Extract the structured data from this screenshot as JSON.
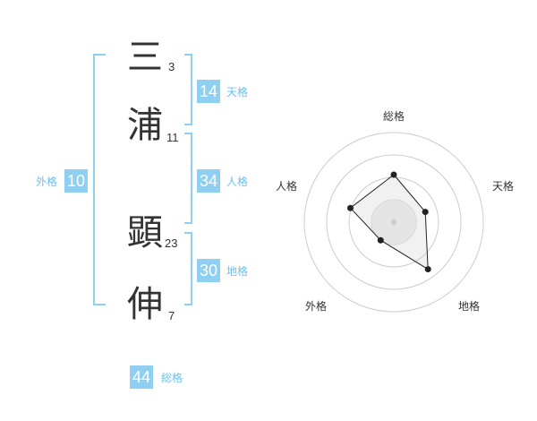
{
  "name": {
    "characters": [
      {
        "char": "三",
        "strokes": "3"
      },
      {
        "char": "浦",
        "strokes": "11"
      },
      {
        "char": "顕",
        "strokes": "23"
      },
      {
        "char": "伸",
        "strokes": "7"
      }
    ]
  },
  "fortunes": {
    "tenkaku": {
      "value": "14",
      "label": "天格"
    },
    "jinkaku": {
      "value": "34",
      "label": "人格"
    },
    "chikaku": {
      "value": "30",
      "label": "地格"
    },
    "gaikaku": {
      "value": "10",
      "label": "外格"
    },
    "soukaku": {
      "value": "44",
      "label": "総格"
    }
  },
  "colors": {
    "accent": "#8ecff2",
    "accent_text": "#6cc0ef",
    "bracket": "#8ecff2",
    "ring": "#cccccc",
    "polygon": "#222222"
  },
  "chart_data": {
    "type": "radar",
    "axes": [
      "総格",
      "天格",
      "地格",
      "外格",
      "人格"
    ],
    "rings": 4,
    "values": [
      0.53,
      0.37,
      0.65,
      0.25,
      0.51
    ]
  }
}
